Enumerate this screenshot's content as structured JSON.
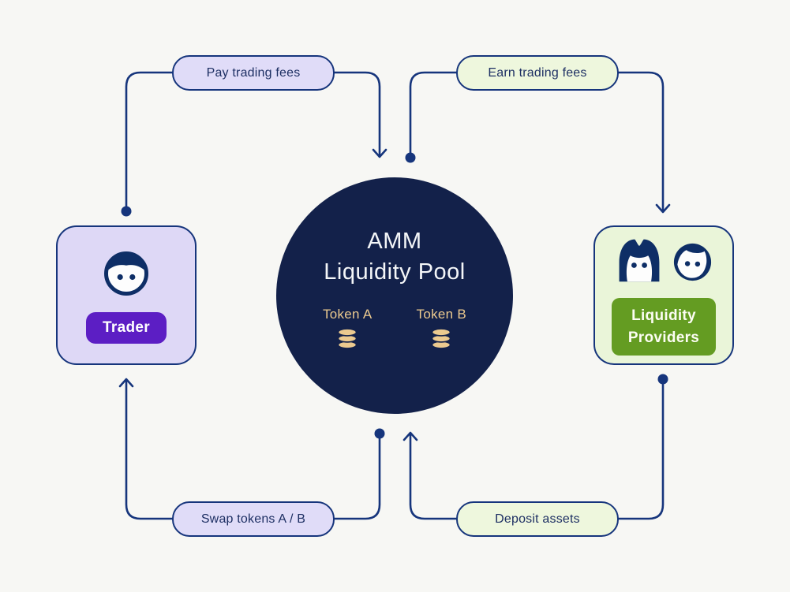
{
  "colors": {
    "background": "#f7f7f4",
    "connector_navy": "#16357c",
    "text_navy": "#1d2f63",
    "pool_navy": "#13214a",
    "token_gold": "#ecca8f",
    "lavender_fill": "#e0dcf8",
    "green_fill": "#eef7dd",
    "trader_badge_purple": "#5c1ec4",
    "lp_badge_green": "#649c22"
  },
  "pool": {
    "title_line1": "AMM",
    "title_line2": "Liquidity Pool",
    "tokens": [
      {
        "label": "Token A",
        "icon": "coin-stack-icon"
      },
      {
        "label": "Token B",
        "icon": "coin-stack-icon"
      }
    ]
  },
  "nodes": {
    "trader": {
      "label": "Trader",
      "icon": "trader-face-icon"
    },
    "liquidity_providers": {
      "label": "Liquidity Providers",
      "icons": [
        "woman-face-icon",
        "man-face-icon"
      ]
    }
  },
  "flows": [
    {
      "id": "pay-trading-fees",
      "label": "Pay trading fees",
      "from": "trader",
      "to": "pool"
    },
    {
      "id": "earn-trading-fees",
      "label": "Earn trading fees",
      "from": "pool",
      "to": "liquidity_providers"
    },
    {
      "id": "swap-tokens",
      "label": "Swap tokens A / B",
      "from": "pool",
      "to": "trader"
    },
    {
      "id": "deposit-assets",
      "label": "Deposit assets",
      "from": "liquidity_providers",
      "to": "pool"
    }
  ]
}
